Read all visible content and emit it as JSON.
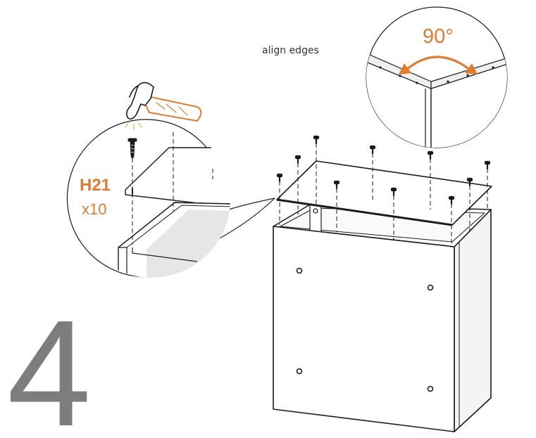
{
  "step": {
    "number": "4"
  },
  "instruction": {
    "text": "align edges"
  },
  "angle_callout": {
    "text": "90°"
  },
  "hardware": {
    "code": "H21",
    "quantity": "x10"
  },
  "colors": {
    "accent": "#e07b2f",
    "line": "#1a1a1a",
    "step_number": "#7d7d7d",
    "panel_shade": "#e6e6e6"
  },
  "icons": {
    "tool": "hammer-icon",
    "fastener": "nail-icon"
  }
}
